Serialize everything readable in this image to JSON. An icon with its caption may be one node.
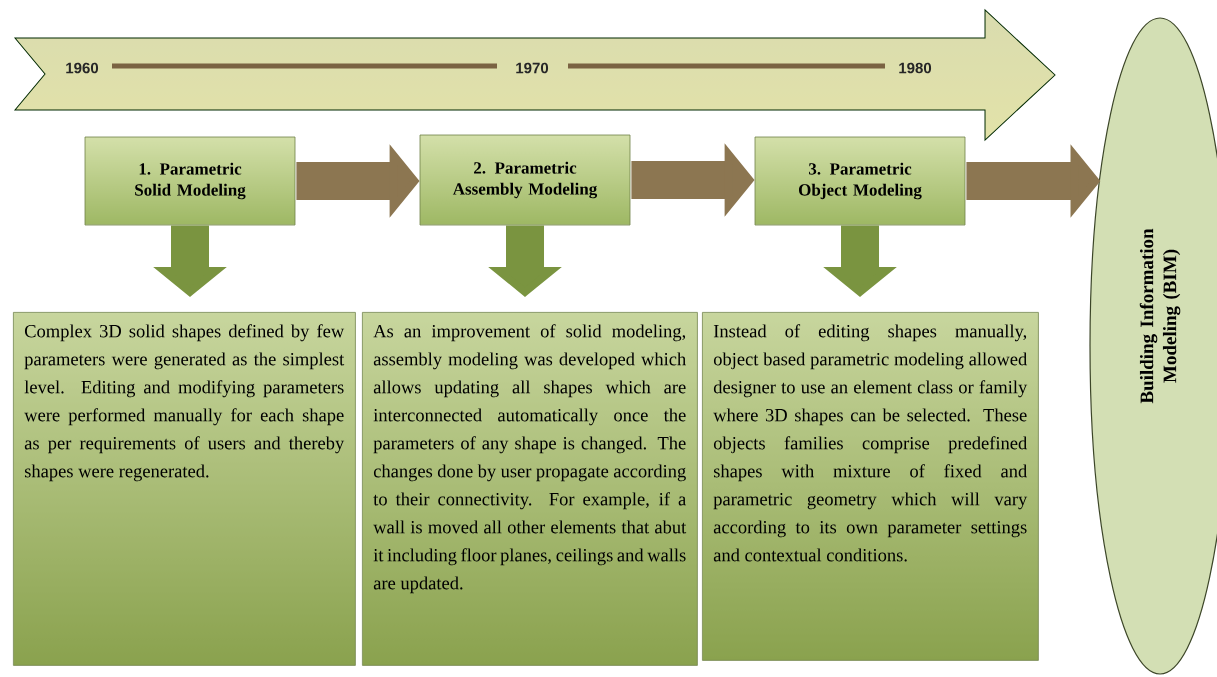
{
  "diagram": {
    "nodes": [
      {
        "text": [
          "1960",
          "1970",
          "1980"
        ]
      },
      {
        "text": [
          "1. Parametric Solid Modeling"
        ]
      },
      {
        "text": [
          "2. Parametric Assembly Modeling"
        ]
      },
      {
        "text": [
          "3. Parametric Object Modeling"
        ]
      },
      {
        "text": [
          "Building Information Modeling (BIM)"
        ]
      },
      {
        "text": [
          "Complex 3D solid shapes defined by few parameters were generated as the simplest level. Editing and modifying parameters were performed manually for each shape as per requirements of users and thereby shapes were regenerated."
        ]
      },
      {
        "text": [
          "As an improvement of solid modeling, assembly modeling was developed which allows updating all shapes which are interconnected automatically once the parameters of any shape is changed. The changes done by user propagate according to their connectivity. For example, if a wall is moved all other elements that abut it including floor planes, ceilings and walls are updated."
        ]
      },
      {
        "text": [
          "Instead of editing shapes manually, object based parametric modeling allowed designer to use an element class or family where 3D shapes can be selected. These objects families comprise predefined shapes with mixture of fixed and parametric geometry which will vary according to its own parameter settings and contextual conditions."
        ]
      }
    ],
    "edges": [
      {
        "from": 1,
        "to": 2,
        "arrow": "to"
      },
      {
        "from": 2,
        "to": 3,
        "arrow": "to"
      },
      {
        "from": 3,
        "to": 4,
        "arrow": "to"
      },
      {
        "from": 1,
        "to": 5,
        "arrow": "to",
        "color": "#7a9440"
      },
      {
        "from": 2,
        "to": 6,
        "arrow": "to",
        "color": "#7a9440"
      },
      {
        "from": 3,
        "to": 7,
        "arrow": "to",
        "color": "#7a9440"
      }
    ]
  }
}
